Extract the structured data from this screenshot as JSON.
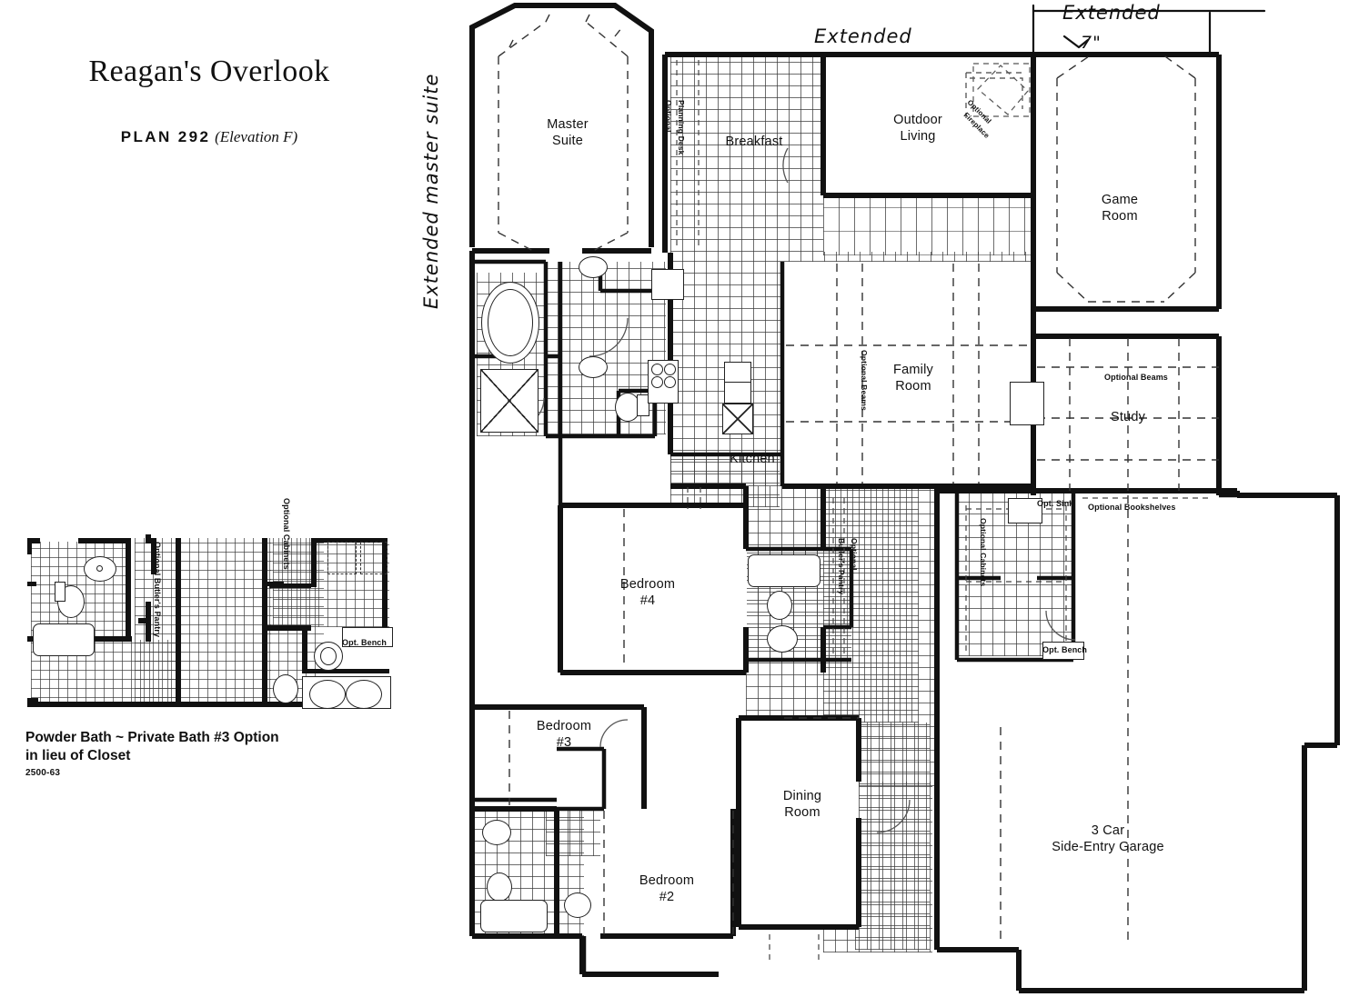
{
  "title_block": {
    "plan_title": "Reagan's Overlook",
    "plan_number": "PLAN 292",
    "elevation": "(Elevation F)"
  },
  "inset": {
    "caption_line1": "Powder Bath ~ Private Bath #3 Option",
    "caption_line2": "in lieu of Closet",
    "plan_code": "2500-63",
    "labels": {
      "butlers_pantry": "Optional Butler's Pantry",
      "cabinets": "Optional Cabinets",
      "opt_bench": "Opt. Bench"
    }
  },
  "floorplan": {
    "rooms": [
      {
        "id": "master-suite",
        "label": "Master\nSuite",
        "line1": "Master",
        "line2": "Suite"
      },
      {
        "id": "breakfast",
        "label": "Breakfast",
        "line1": "Breakfast",
        "line2": ""
      },
      {
        "id": "outdoor-living",
        "label": "Outdoor\nLiving",
        "line1": "Outdoor",
        "line2": "Living"
      },
      {
        "id": "game-room",
        "label": "Game\nRoom",
        "line1": "Game",
        "line2": "Room"
      },
      {
        "id": "family-room",
        "label": "Family\nRoom",
        "line1": "Family",
        "line2": "Room"
      },
      {
        "id": "study",
        "label": "Study",
        "line1": "Study",
        "line2": ""
      },
      {
        "id": "kitchen",
        "label": "Kitchen",
        "line1": "Kitchen",
        "line2": ""
      },
      {
        "id": "bedroom-4",
        "label": "Bedroom #4",
        "line1": "Bedroom",
        "line2": "#4"
      },
      {
        "id": "bedroom-3",
        "label": "Bedroom #3",
        "line1": "Bedroom",
        "line2": "#3"
      },
      {
        "id": "bedroom-2",
        "label": "Bedroom #2",
        "line1": "Bedroom",
        "line2": "#2"
      },
      {
        "id": "dining-room",
        "label": "Dining Room",
        "line1": "Dining",
        "line2": "Room"
      },
      {
        "id": "garage",
        "label": "3 Car Side-Entry Garage",
        "line1": "3 Car",
        "line2": "Side-Entry Garage"
      }
    ],
    "option_labels": {
      "planning_desk_l1": "Optional",
      "planning_desk_l2": "Planning Desk",
      "fireplace_l1": "Optional",
      "fireplace_l2": "Fireplace",
      "beams_vertical": "Optional Beams",
      "beams_horizontal": "Optional Beams",
      "butlers_pantry_l1": "Optional",
      "butlers_pantry_l2": "Butler's Pantry",
      "cabinets": "Optional Cabinets",
      "opt_sink": "Opt. Sink",
      "bookshelves": "Optional Bookshelves",
      "opt_bench": "Opt. Bench"
    },
    "handwritten_notes": [
      {
        "id": "note-master-suite",
        "text": "Extended master suite",
        "orientation": "vertical"
      },
      {
        "id": "note-breakfast",
        "text": "Extended",
        "orientation": "horizontal"
      },
      {
        "id": "note-game-room",
        "text": "Extended",
        "orientation": "horizontal"
      },
      {
        "id": "note-game-room-dim",
        "text": "7\"",
        "orientation": "horizontal"
      }
    ]
  },
  "colors": {
    "ink": "#111111",
    "paper": "#ffffff",
    "hatch": "#3c3c3c"
  }
}
